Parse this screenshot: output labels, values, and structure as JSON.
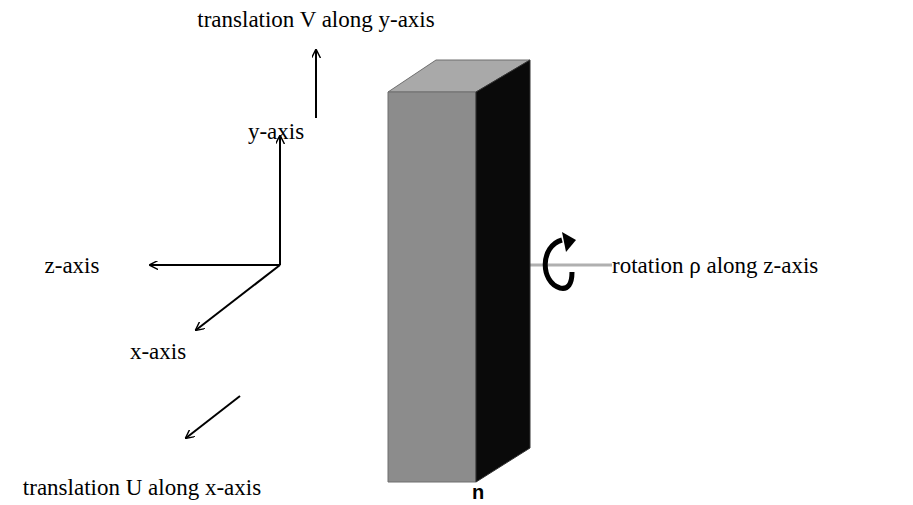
{
  "diagram": {
    "labels": [
      "translation V along y-axis",
      "y-axis",
      "z-axis",
      "rotation ρ along z-axis",
      "x-axis",
      "translation U along x-axis",
      "n"
    ]
  }
}
